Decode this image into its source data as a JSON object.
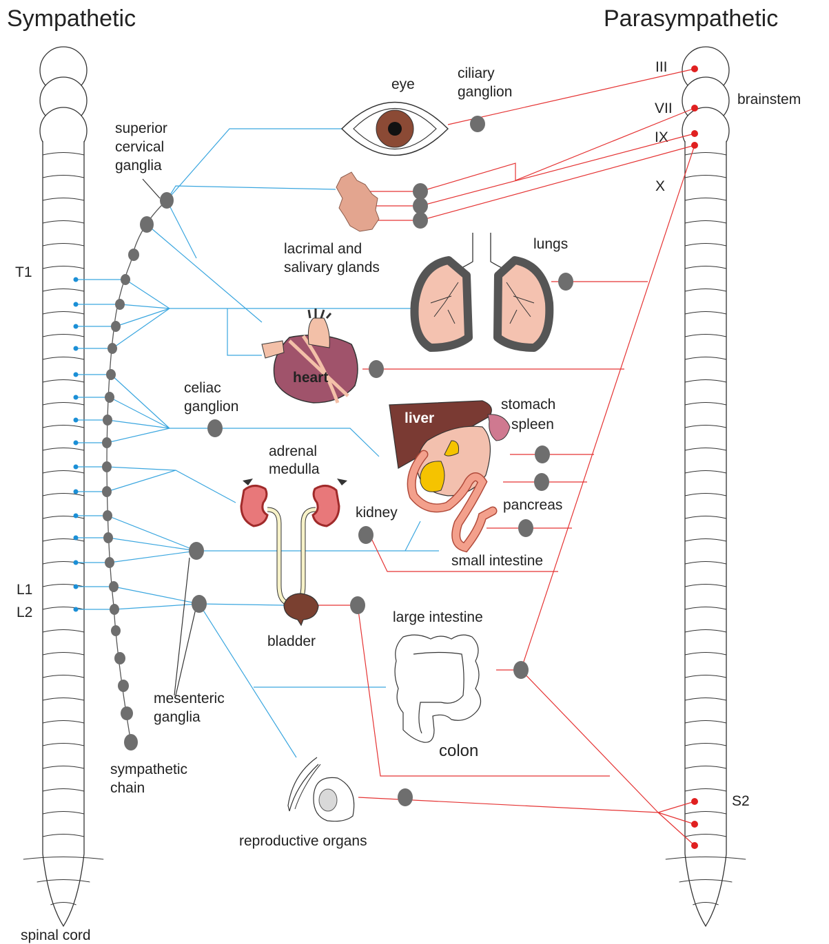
{
  "titles": {
    "sympathetic": "Sympathetic",
    "parasympathetic": "Parasympathetic",
    "sympathetic_color": "#2e2a85",
    "parasympathetic_color": "#d62f2f"
  },
  "colors": {
    "sympathetic_nerve": "#3aa6df",
    "parasympathetic_nerve": "#e53333",
    "ganglion": "#6e6e6e"
  },
  "labels": {
    "spinal_cord": "spinal cord",
    "brainstem": "brainstem",
    "T1": "T1",
    "L1": "L1",
    "L2": "L2",
    "S2": "S2",
    "III": "III",
    "VII": "VII",
    "IX": "IX",
    "X": "X",
    "superior_cervical_ganglia": [
      "superior",
      "cervical",
      "ganglia"
    ],
    "celiac_ganglion": [
      "celiac",
      "ganglion"
    ],
    "mesenteric_ganglia": [
      "mesenteric",
      "ganglia"
    ],
    "sympathetic_chain": [
      "sympathetic",
      "chain"
    ],
    "eye": "eye",
    "ciliary_ganglion": [
      "ciliary",
      "ganglion"
    ],
    "lacrimal_salivary": [
      "lacrimal and",
      "salivary glands"
    ],
    "lungs": "lungs",
    "heart": "heart",
    "liver": "liver",
    "stomach": "stomach",
    "spleen": "spleen",
    "adrenal_medulla": [
      "adrenal",
      "medulla"
    ],
    "kidney": "kidney",
    "pancreas": "pancreas",
    "small_intestine": "small intestine",
    "bladder": "bladder",
    "large_intestine": "large intestine",
    "colon": "colon",
    "reproductive_organs": "reproductive organs"
  }
}
